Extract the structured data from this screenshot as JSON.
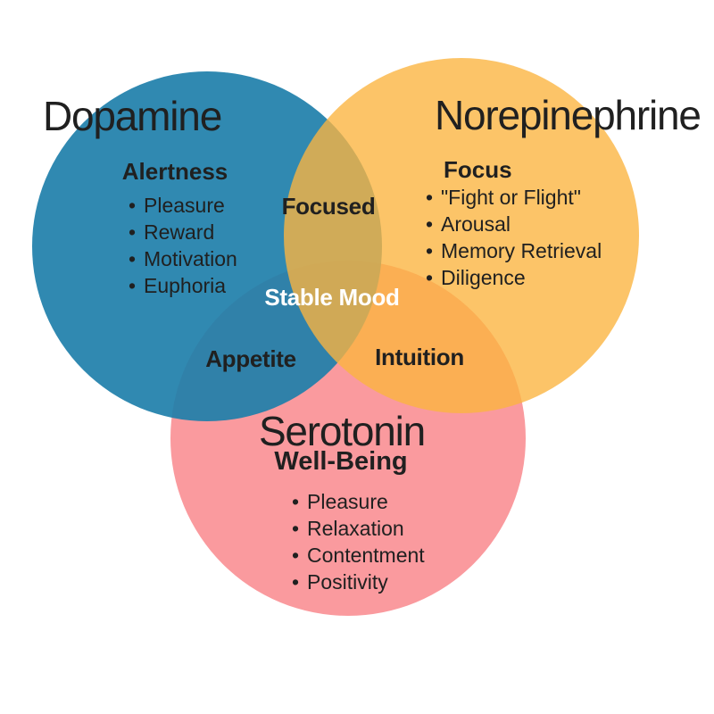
{
  "colors": {
    "background": "#ffffff",
    "text": "#202020",
    "dopamine_fill": "rgba(30,127,170,0.92)",
    "norepinephrine_fill": "rgba(251,180,63,0.79)",
    "serotonin_fill": "#fa9a9e",
    "center_label_text": "#ffffff"
  },
  "circles": {
    "dopamine": {
      "title": "Dopamine",
      "header": "Alertness",
      "items": [
        "Pleasure",
        "Reward",
        "Motivation",
        "Euphoria"
      ]
    },
    "norepinephrine": {
      "title": "Norepinephrine",
      "header": "Focus",
      "items": [
        "\"Fight or Flight\"",
        "Arousal",
        "Memory Retrieval",
        "Diligence"
      ]
    },
    "serotonin": {
      "title": "Serotonin",
      "header": "Well-Being",
      "items": [
        "Pleasure",
        "Relaxation",
        "Contentment",
        "Positivity"
      ]
    }
  },
  "overlaps": {
    "dopamine_norepinephrine": "Focused",
    "center": "Stable Mood",
    "dopamine_serotonin": "Appetite",
    "norepinephrine_serotonin": "Intuition"
  },
  "bullet_glyph": "•"
}
